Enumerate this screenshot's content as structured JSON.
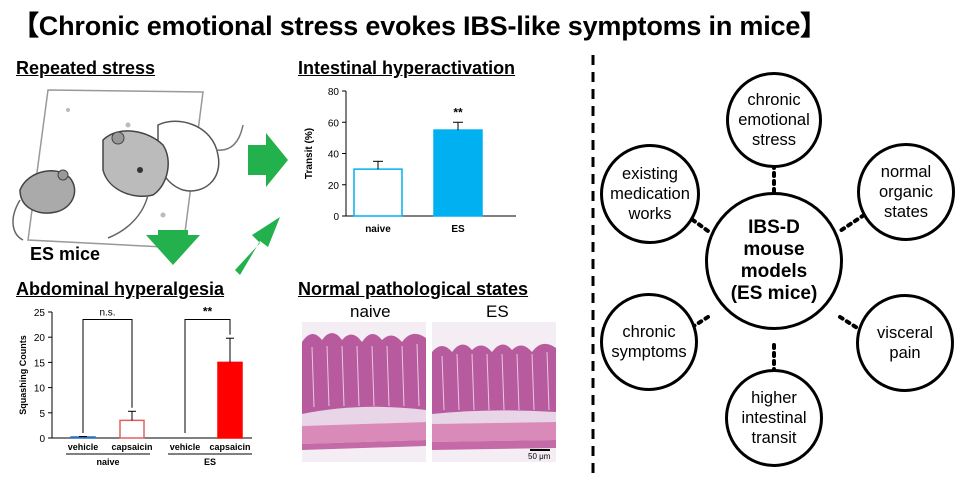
{
  "title": "【Chronic emotional stress evokes IBS-like symptoms in mice】",
  "sections": {
    "repeated_stress": "Repeated stress",
    "es_mice": "ES mice",
    "intestinal": "Intestinal hyperactivation",
    "abdominal": "Abdominal hyperalgesia",
    "pathology": "Normal pathological states"
  },
  "pathology": {
    "naive_label": "naive",
    "es_label": "ES",
    "scale_bar": "50 μm"
  },
  "bubbles": {
    "center": "IBS-D\nmouse models\n(ES mice)",
    "top": "chronic\nemotional\nstress",
    "top_right": "normal\norganic\nstates",
    "right": "visceral\npain",
    "bottom": "higher\nintestinal\ntransit",
    "left": "chronic\nsymptoms",
    "top_left": "existing\nmedication\nworks"
  },
  "colors": {
    "arrow_green": "#22b14c",
    "es_bar": "#00b0f0",
    "capsaicin_es_bar": "#ff0000",
    "capsaicin_naive_bar": "#e06060",
    "tissue": "#b85a9e"
  },
  "chart_data": [
    {
      "type": "bar",
      "ylabel": "Transit (%)",
      "ylim": [
        0,
        80
      ],
      "yticks": [
        0,
        20,
        40,
        60,
        80
      ],
      "categories": [
        "naive",
        "ES"
      ],
      "values": [
        30,
        55
      ],
      "errors": [
        5,
        5
      ],
      "significance": "**"
    },
    {
      "type": "bar",
      "ylabel": "Squashing Counts",
      "ylim": [
        0,
        25
      ],
      "yticks": [
        0,
        5,
        10,
        15,
        20,
        25
      ],
      "groups": [
        "naive",
        "ES"
      ],
      "categories": [
        "vehicle",
        "capsaicin",
        "vehicle",
        "capsaicin"
      ],
      "values": [
        0.2,
        3.5,
        0,
        15
      ],
      "errors": [
        0.1,
        1.8,
        0,
        4.8
      ],
      "significance": [
        "n.s.",
        "**"
      ]
    }
  ]
}
